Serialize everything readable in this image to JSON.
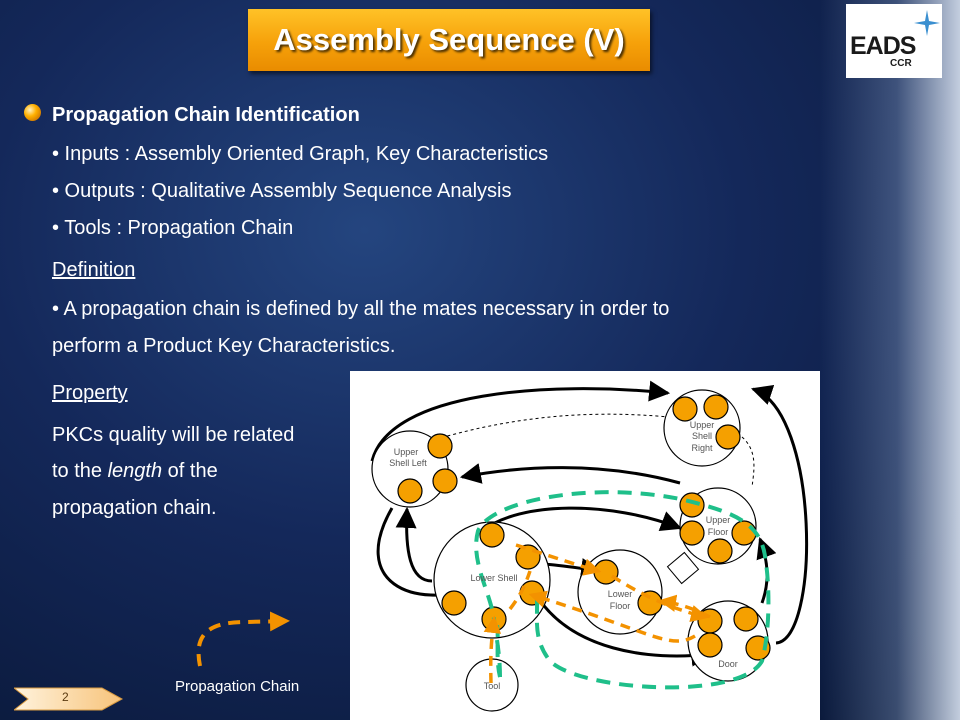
{
  "title": "Assembly Sequence (V)",
  "logo": {
    "name": "EADS",
    "sub": "CCR"
  },
  "section_heading": "Propagation Chain Identification",
  "bullets": [
    "• Inputs : Assembly Oriented Graph, Key Characteristics",
    "• Outputs : Qualitative Assembly Sequence Analysis",
    "• Tools : Propagation Chain"
  ],
  "definition": {
    "heading": "Definition",
    "line1": "• A propagation chain is defined by all the mates necessary in order to",
    "line2": "perform a Product Key Characteristics."
  },
  "property": {
    "heading": "Property",
    "line1": "PKCs quality will be related",
    "line2_pre": " to the ",
    "line2_em": "length",
    "line2_post": " of the",
    "line3": "propagation chain."
  },
  "diagram_labels": {
    "upper_shell_left_1": "Upper",
    "upper_shell_left_2": "Shell Left",
    "upper_shell_right_1": "Upper",
    "upper_shell_right_2": "Shell",
    "upper_shell_right_3": "Right",
    "upper_floor_1": "Upper",
    "upper_floor_2": "Floor",
    "lower_shell": "Lower Shell",
    "lower_floor_1": "Lower",
    "lower_floor_2": "Floor",
    "door": "Door",
    "tool": "Tool"
  },
  "legend_label": "Propagation Chain",
  "page_number": "2",
  "colors": {
    "accent_orange": "#f5a000",
    "chain_orange": "#f39200",
    "chain_green": "#1fbf8a",
    "background": "#14285a"
  }
}
